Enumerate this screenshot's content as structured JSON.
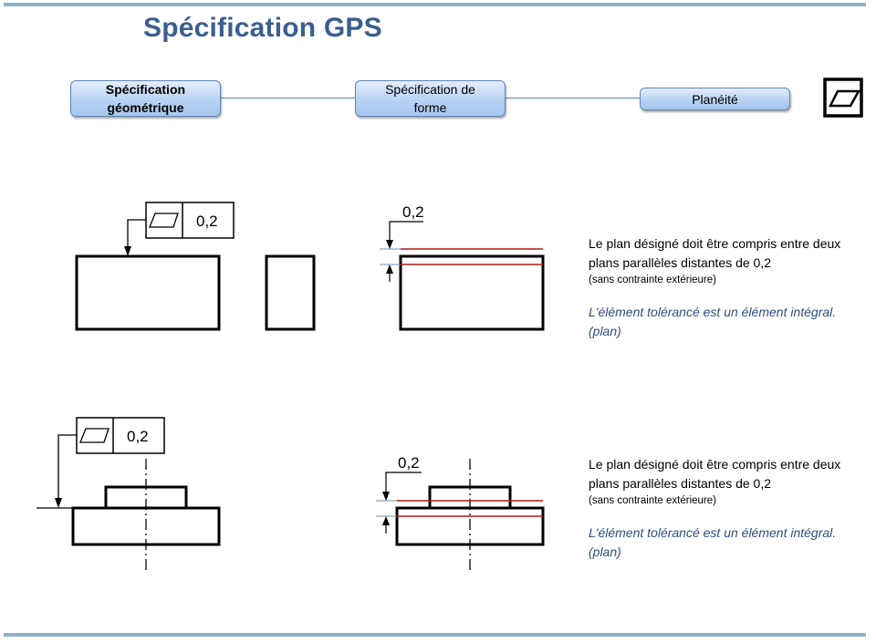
{
  "title": "Spécification GPS",
  "breadcrumb": [
    {
      "label": "Spécification géométrique",
      "active": true
    },
    {
      "label": "Spécification de forme",
      "active": false
    },
    {
      "label": "Planéité",
      "active": false
    }
  ],
  "flatness_icon": "flatness-symbol-icon",
  "tolerance_value": "0,2",
  "example_1": {
    "description": "Le plan désigné doit être compris entre deux plans parallèles distantes de 0,2",
    "note": "(sans contrainte extérieure)",
    "remark": "L'élément tolérancé est un élément intégral. (plan)"
  },
  "example_2": {
    "description": "Le plan désigné doit être compris entre deux plans parallèles distantes de 0,2",
    "note": "(sans contrainte extérieure)",
    "remark": "L'élément tolérancé est un élément intégral. (plan)"
  },
  "colors": {
    "title": "#3b5e8f",
    "tolerance_zone": "#b01818",
    "remark_text": "#2f4e7e",
    "dimension_line": "#6f8fb5"
  }
}
